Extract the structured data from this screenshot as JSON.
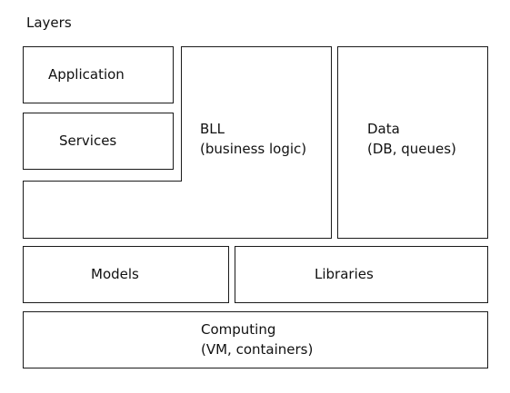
{
  "title": "Layers",
  "blocks": {
    "application": {
      "label": "Application"
    },
    "services": {
      "label": "Services"
    },
    "bll": {
      "line1": "BLL",
      "line2": "(business logic)"
    },
    "data": {
      "line1": "Data",
      "line2": "(DB, queues)"
    },
    "models": {
      "label": "Models"
    },
    "libraries": {
      "label": "Libraries"
    },
    "computing": {
      "line1": "Computing",
      "line2": "(VM, containers)"
    }
  },
  "colors": {
    "stroke": "#1a1a1a",
    "fill": "#ffffff",
    "text": "#111111"
  }
}
